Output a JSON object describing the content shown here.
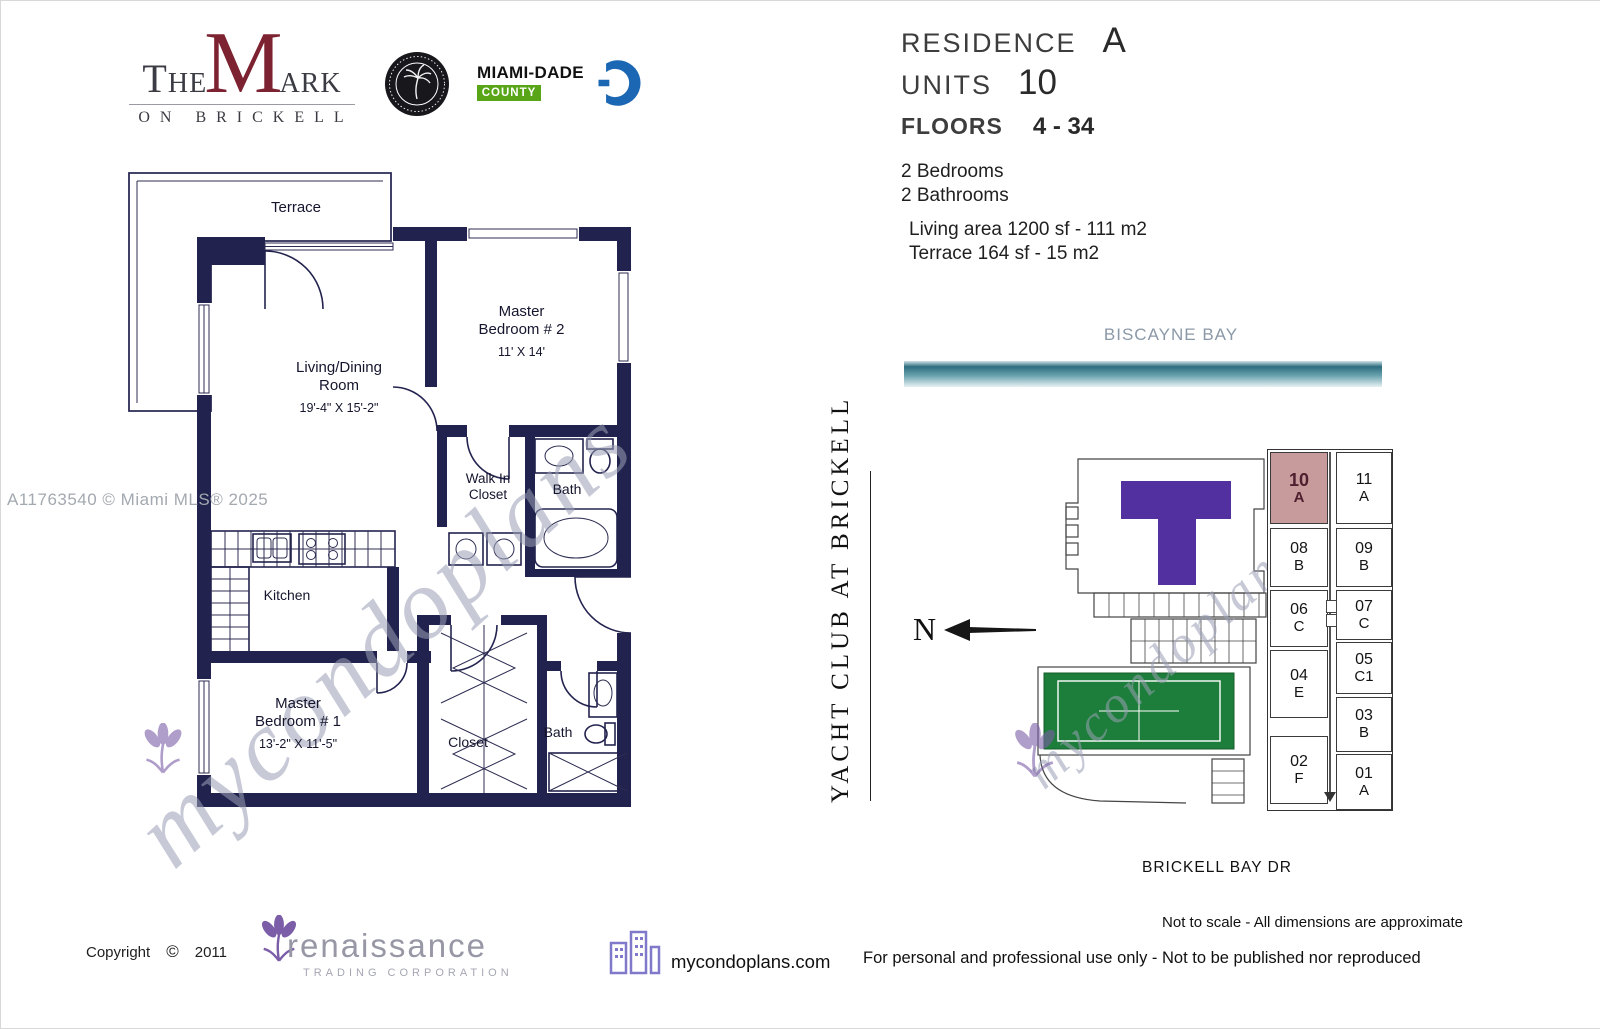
{
  "colors": {
    "wall_navy": "#22224e",
    "mark_red": "#7c2230",
    "tower_purple": "#5230a0",
    "court_green": "#1c7e3a",
    "unit_highlight": "#c79b9b",
    "bay_teal": "#2e6e80",
    "renaissance_purple": "#7b5ea7"
  },
  "header": {
    "logo_the": "The",
    "logo_m": "M",
    "logo_ark": "ark",
    "logo_subtitle": "ON BRICKELL",
    "miami_dade_line1": "MIAMI-DADE",
    "miami_dade_line2": "COUNTY"
  },
  "residence_info": {
    "residence_label": "RESIDENCE",
    "residence_value": "A",
    "units_label": "UNITS",
    "units_value": "10",
    "floors_label": "FLOORS",
    "floors_value": "4 - 34",
    "bedrooms": "2 Bedrooms",
    "bathrooms": "2 Bathrooms",
    "living_area": "Living area 1200 sf - 111 m2",
    "terrace_area": "Terrace 164 sf - 15 m2"
  },
  "floorplan": {
    "terrace": "Terrace",
    "living_room_line1": "Living/Dining",
    "living_room_line2": "Room",
    "living_room_dims": "19'-4\" X 15'-2\"",
    "master2_line1": "Master",
    "master2_line2": "Bedroom # 2",
    "master2_dims": "11'  X  14'",
    "walkin_line1": "Walk In",
    "walkin_line2": "Closet",
    "bath1": "Bath",
    "kitchen": "Kitchen",
    "master1_line1": "Master",
    "master1_line2": "Bedroom # 1",
    "master1_dims": "13'-2\"  X  11'-5\"",
    "closet": "Closet",
    "bath2": "Bath"
  },
  "watermarks": {
    "mls": "A11763540 © Miami MLS® 2025",
    "script_large": "mycondoplans",
    "script_small": "mycondoplans"
  },
  "siteplan": {
    "bay": "BISCAYNE BAY",
    "yacht_club": "YACHT CLUB AT BRICKELL",
    "north": "N",
    "street": "BRICKELL BAY DR",
    "units_left": [
      {
        "num": "10",
        "letter": "A"
      },
      {
        "num": "08",
        "letter": "B"
      },
      {
        "num": "06",
        "letter": "C"
      },
      {
        "num": "04",
        "letter": "E"
      },
      {
        "num": "02",
        "letter": "F"
      }
    ],
    "units_right": [
      {
        "num": "11",
        "letter": "A"
      },
      {
        "num": "09",
        "letter": "B"
      },
      {
        "num": "07",
        "letter": "C"
      },
      {
        "num": "05",
        "letter": "C1"
      },
      {
        "num": "03",
        "letter": "B"
      },
      {
        "num": "01",
        "letter": "A"
      }
    ]
  },
  "footer": {
    "copyright_label": "Copyright",
    "copyright_symbol": "©",
    "copyright_year": "2011",
    "renaissance_name": "renaissance",
    "renaissance_sub": "TRADING CORPORATION",
    "website": "mycondoplans.com",
    "disclaimer_scale": "Not to scale - All dimensions are approximate",
    "disclaimer_use": "For personal and professional use only - Not to be published nor reproduced"
  }
}
